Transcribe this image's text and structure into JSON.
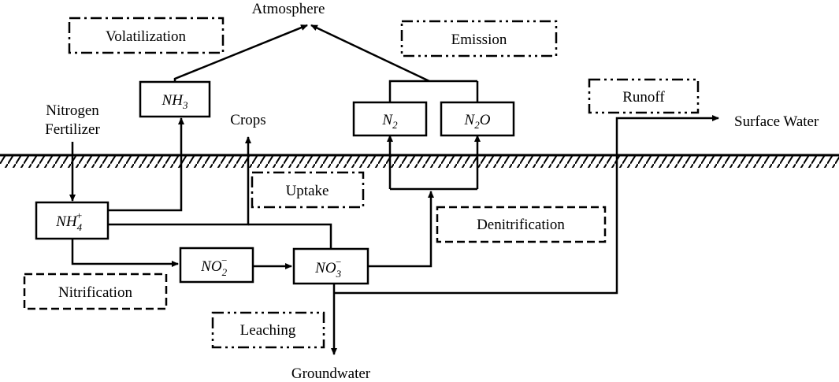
{
  "labels": {
    "atmosphere": "Atmosphere",
    "crops": "Crops",
    "nitrogen_fertilizer_line1": "Nitrogen",
    "nitrogen_fertilizer_line2": "Fertilizer",
    "surface_water": "Surface Water",
    "groundwater": "Groundwater"
  },
  "processes": {
    "volatilization": "Volatilization",
    "emission": "Emission",
    "runoff": "Runoff",
    "uptake": "Uptake",
    "denitrification": "Denitrification",
    "nitrification": "Nitrification",
    "leaching": "Leaching"
  },
  "species": {
    "nh3": {
      "base": "NH",
      "sub": "3",
      "sup": ""
    },
    "nh4": {
      "base": "NH",
      "sub": "4",
      "sup": "+"
    },
    "no2": {
      "base": "NO",
      "sub": "2",
      "sup": "−"
    },
    "no3": {
      "base": "NO",
      "sub": "3",
      "sup": "−"
    },
    "n2": {
      "base": "N",
      "sub": "2",
      "sup": "",
      "tail": ""
    },
    "n2o": {
      "base": "N",
      "sub": "2",
      "sup": "",
      "tail": "O"
    }
  }
}
